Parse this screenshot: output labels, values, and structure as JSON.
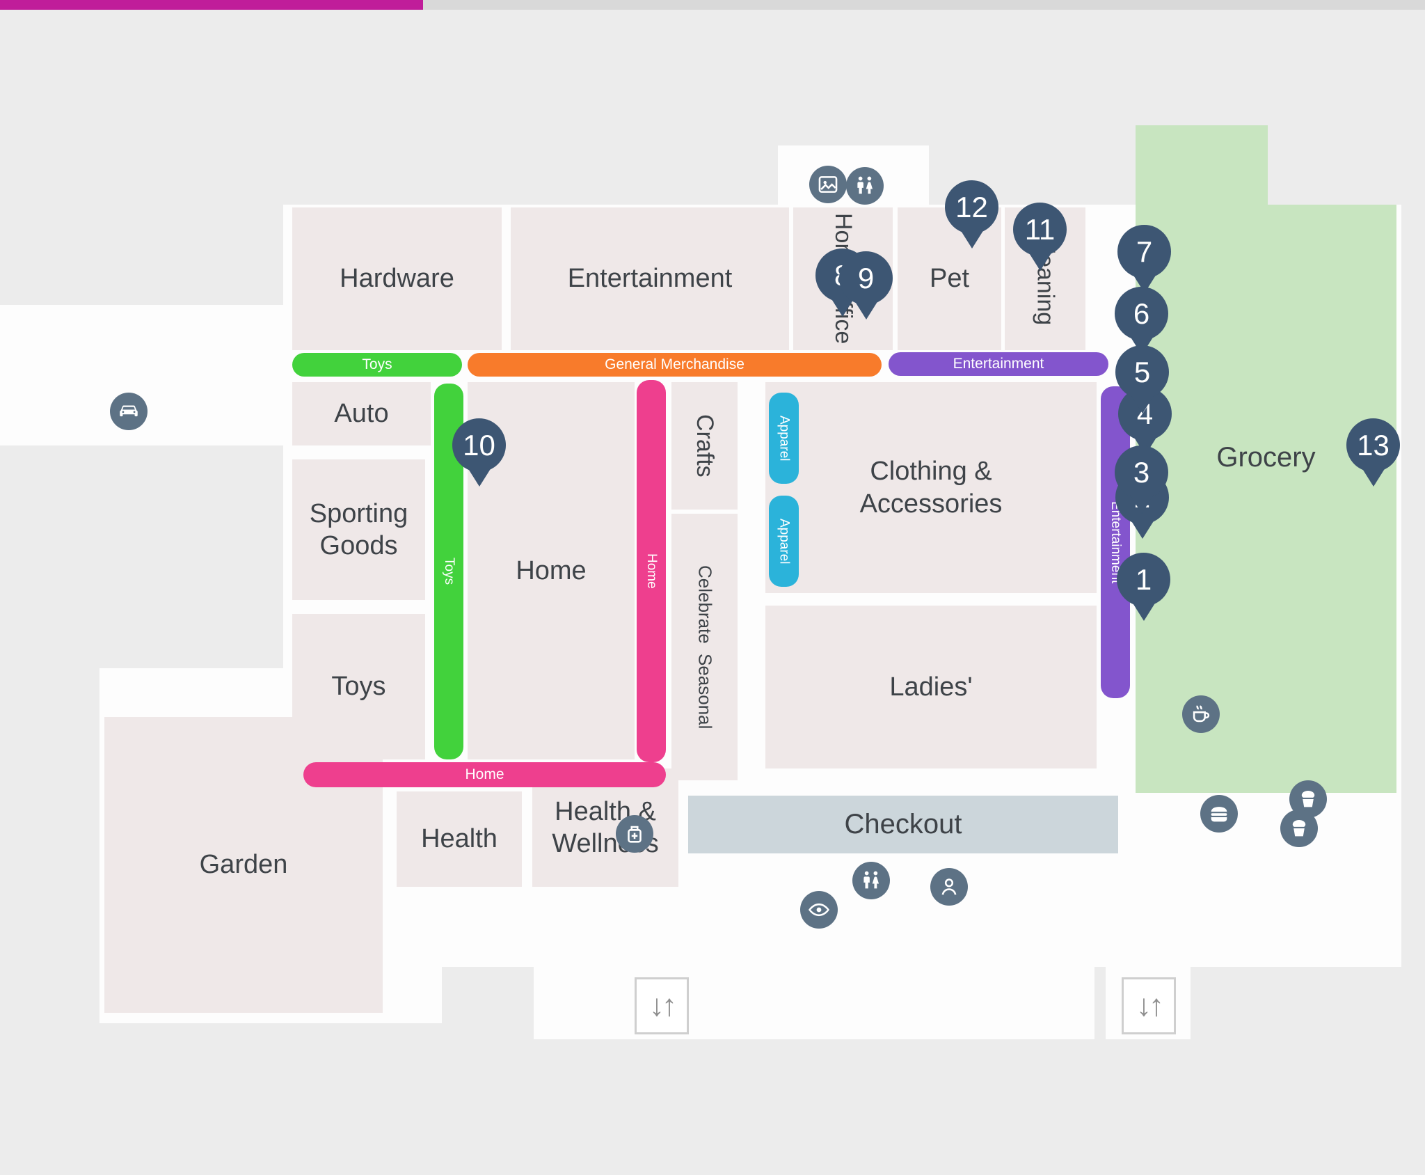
{
  "colors": {
    "progress_bar": "#c01d9a",
    "floor": "#fdfdfd",
    "department_fill": "#efe8e8",
    "grocery_fill": "#c8e5c0",
    "checkout_fill": "#ccd6db",
    "aisle_green": "#42d23c",
    "aisle_orange": "#f87b2b",
    "aisle_purple": "#8355cd",
    "aisle_pink": "#ee3f8e",
    "aisle_blue": "#2bb3da",
    "pin_fill": "#3d5673",
    "amenity_fill": "#5d7285"
  },
  "map": {
    "departments": [
      {
        "label": "Hardware"
      },
      {
        "label": "Entertainment"
      },
      {
        "label": "Home Office"
      },
      {
        "label": "Pet"
      },
      {
        "label": "Cleaning"
      },
      {
        "label": "Auto"
      },
      {
        "label": "Sporting Goods"
      },
      {
        "label": "Toys"
      },
      {
        "label": "Home"
      },
      {
        "label": "Crafts"
      },
      {
        "label": "Celebrate"
      },
      {
        "label": "Seasonal"
      },
      {
        "label": "Clothing & Accessories"
      },
      {
        "label": "Ladies'"
      },
      {
        "label": "Garden"
      },
      {
        "label": "Health"
      },
      {
        "label": "Health & Wellness"
      },
      {
        "label": "Checkout"
      },
      {
        "label": "Grocery"
      }
    ],
    "aisle_markers": [
      {
        "label": "Toys",
        "color": "#42d23c"
      },
      {
        "label": "General Merchandise",
        "color": "#f87b2b"
      },
      {
        "label": "Entertainment",
        "color": "#8355cd"
      },
      {
        "label": "Toys",
        "color": "#42d23c"
      },
      {
        "label": "Home",
        "color": "#ee3f8e"
      },
      {
        "label": "Home",
        "color": "#ee3f8e"
      },
      {
        "label": "Apparel",
        "color": "#2bb3da"
      },
      {
        "label": "Apparel",
        "color": "#2bb3da"
      },
      {
        "label": "Entertainment",
        "color": "#8355cd"
      }
    ],
    "pins": [
      {
        "number": "1"
      },
      {
        "number": "2"
      },
      {
        "number": "3"
      },
      {
        "number": "4"
      },
      {
        "number": "5"
      },
      {
        "number": "6"
      },
      {
        "number": "7"
      },
      {
        "number": "8"
      },
      {
        "number": "9"
      },
      {
        "number": "10"
      },
      {
        "number": "11"
      },
      {
        "number": "12"
      },
      {
        "number": "13"
      }
    ],
    "amenities": [
      {
        "icon": "car-icon"
      },
      {
        "icon": "photo-icon"
      },
      {
        "icon": "restroom-icon"
      },
      {
        "icon": "pharmacy-icon"
      },
      {
        "icon": "vision-eye-icon"
      },
      {
        "icon": "restroom-icon"
      },
      {
        "icon": "customer-service-person-icon"
      },
      {
        "icon": "coffee-icon"
      },
      {
        "icon": "burger-icon"
      },
      {
        "icon": "muffin-icon"
      },
      {
        "icon": "muffin-icon"
      }
    ],
    "elevator_symbol": "↓↑"
  }
}
